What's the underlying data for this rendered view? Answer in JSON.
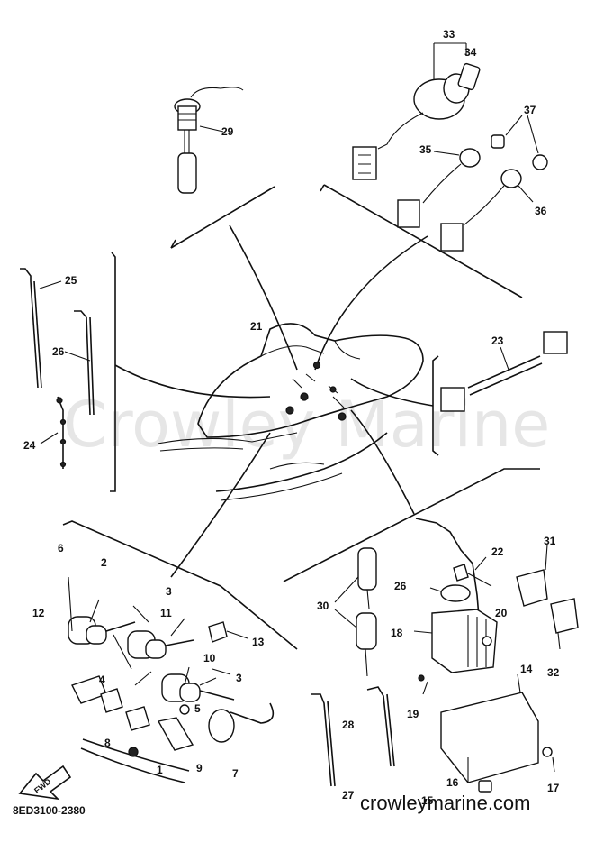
{
  "watermark": "Crowley Marine",
  "footer": {
    "code": "8ED3100-2380",
    "website": "crowleymarine.com"
  },
  "arrow_label": "FWD",
  "callouts": {
    "c1": "1",
    "c2": "2",
    "c3a": "3",
    "c3b": "3",
    "c4": "4",
    "c5": "5",
    "c6": "6",
    "c7": "7",
    "c8": "8",
    "c9": "9",
    "c10": "10",
    "c11": "11",
    "c12": "12",
    "c13": "13",
    "c14": "14",
    "c15": "15",
    "c16": "16",
    "c17": "17",
    "c18": "18",
    "c19": "19",
    "c20": "20",
    "c21": "21",
    "c22": "22",
    "c23": "23",
    "c24": "24",
    "c25": "25",
    "c26a": "26",
    "c26b": "26",
    "c27": "27",
    "c28": "28",
    "c29": "29",
    "c30": "30",
    "c31": "31",
    "c32": "32",
    "c33": "33",
    "c34": "34",
    "c35": "35",
    "c36": "36",
    "c37": "37"
  }
}
